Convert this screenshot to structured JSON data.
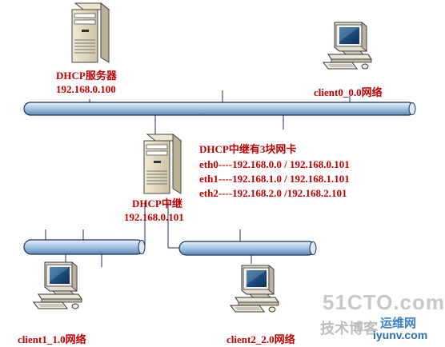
{
  "colors": {
    "label": "#c00000",
    "bus_fill": "#a9c8e8",
    "bus_stroke": "#1c2f55",
    "watermark": "#b9b9b9",
    "watermark_blue": "#3a7fc4"
  },
  "dhcp_server": {
    "name": "DHCP服务器",
    "ip": "192.168.0.100",
    "icon": "server-icon"
  },
  "dhcp_relay": {
    "name": "DHCP中继",
    "ip": "192.168.0.101",
    "icon": "server-icon",
    "nic_title": "DHCP中继有3块网卡",
    "nics": [
      "eth0----192.168.0.0 / 192.168.0.101",
      "eth1----192.168.1.0 / 192.168.1.101",
      "eth2----192.168.2.0 /192.168.2.101"
    ]
  },
  "clients": {
    "client0": {
      "label": "client0_0.0网络",
      "icon": "computer-icon"
    },
    "client1": {
      "label": "client1_1.0网络",
      "icon": "computer-icon"
    },
    "client2": {
      "label": "client2_2.0网络",
      "icon": "computer-icon"
    }
  },
  "watermark": {
    "site": "51CTO.com",
    "tagline": "技术博客",
    "brand": "运维网",
    "url": "iyunv.com"
  }
}
